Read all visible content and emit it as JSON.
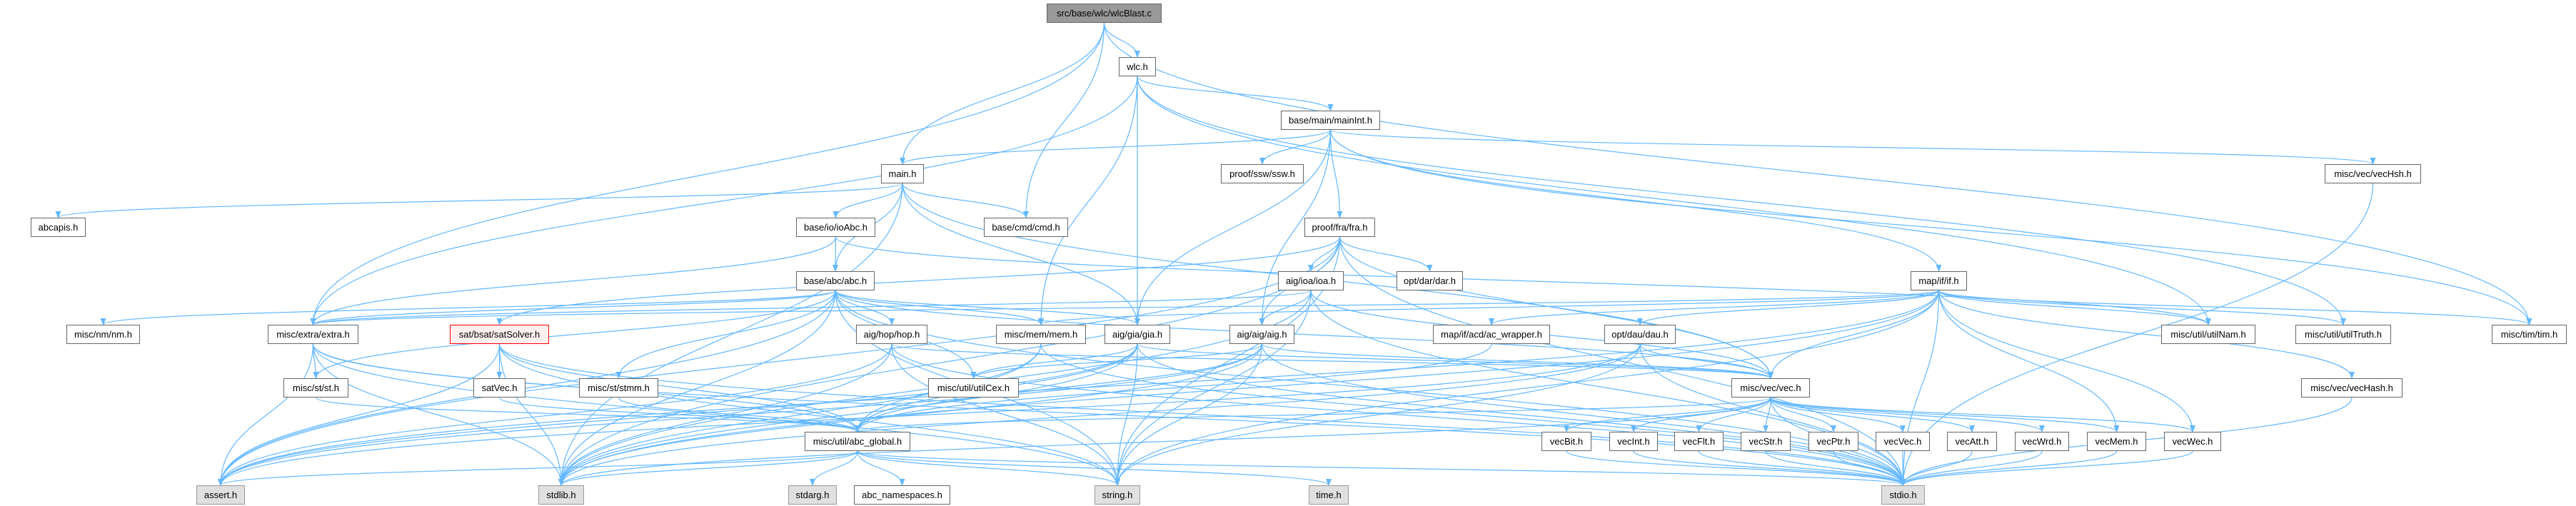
{
  "title": "src/base/wlc/wlcBlast.c",
  "colors": {
    "edge": "#63b8ff",
    "node_border": "#666666",
    "leaf_fill": "#e0e0e0",
    "root_fill": "#999999",
    "incomplete_border": "#ff0000"
  },
  "nodes": {
    "root": {
      "label": "src/base/wlc/wlcBlast.c",
      "kind": "root"
    },
    "wlc": {
      "label": "wlc.h"
    },
    "mainInt": {
      "label": "base/main/mainInt.h"
    },
    "main": {
      "label": "main.h"
    },
    "ssw": {
      "label": "proof/ssw/ssw.h"
    },
    "vecHsh": {
      "label": "misc/vec/vecHsh.h"
    },
    "abcapis": {
      "label": "abcapis.h"
    },
    "ioAbc": {
      "label": "base/io/ioAbc.h"
    },
    "cmd": {
      "label": "base/cmd/cmd.h"
    },
    "fra": {
      "label": "proof/fra/fra.h"
    },
    "abc": {
      "label": "base/abc/abc.h"
    },
    "ioa": {
      "label": "aig/ioa/ioa.h"
    },
    "dar": {
      "label": "opt/dar/dar.h"
    },
    "if": {
      "label": "map/if/if.h"
    },
    "nm": {
      "label": "misc/nm/nm.h"
    },
    "extra": {
      "label": "misc/extra/extra.h"
    },
    "sat": {
      "label": "sat/bsat/satSolver.h",
      "kind": "red"
    },
    "hop": {
      "label": "aig/hop/hop.h"
    },
    "mem": {
      "label": "misc/mem/mem.h"
    },
    "gia": {
      "label": "aig/gia/gia.h"
    },
    "aig": {
      "label": "aig/aig/aig.h"
    },
    "acw": {
      "label": "map/if/acd/ac_wrapper.h"
    },
    "dau": {
      "label": "opt/dau/dau.h"
    },
    "utilNam": {
      "label": "misc/util/utilNam.h"
    },
    "utilTruth": {
      "label": "misc/util/utilTruth.h"
    },
    "tim": {
      "label": "misc/tim/tim.h"
    },
    "st": {
      "label": "misc/st/st.h"
    },
    "satVec": {
      "label": "satVec.h"
    },
    "stmm": {
      "label": "misc/st/stmm.h"
    },
    "utilCex": {
      "label": "misc/util/utilCex.h"
    },
    "vec": {
      "label": "misc/vec/vec.h"
    },
    "vecHash": {
      "label": "misc/vec/vecHash.h"
    },
    "abcg": {
      "label": "misc/util/abc_global.h"
    },
    "vecBit": {
      "label": "vecBit.h"
    },
    "vecInt": {
      "label": "vecInt.h"
    },
    "vecFlt": {
      "label": "vecFlt.h"
    },
    "vecStr": {
      "label": "vecStr.h"
    },
    "vecPtr": {
      "label": "vecPtr.h"
    },
    "vecVec": {
      "label": "vecVec.h"
    },
    "vecAtt": {
      "label": "vecAtt.h"
    },
    "vecWrd": {
      "label": "vecWrd.h"
    },
    "vecMem": {
      "label": "vecMem.h"
    },
    "vecWec": {
      "label": "vecWec.h"
    },
    "assert": {
      "label": "assert.h",
      "kind": "leaf"
    },
    "stdlib": {
      "label": "stdlib.h",
      "kind": "leaf"
    },
    "stdarg": {
      "label": "stdarg.h",
      "kind": "leaf"
    },
    "abcns": {
      "label": "abc_namespaces.h"
    },
    "string": {
      "label": "string.h",
      "kind": "leaf"
    },
    "time": {
      "label": "time.h",
      "kind": "leaf"
    },
    "stdio": {
      "label": "stdio.h",
      "kind": "leaf"
    }
  },
  "edges": [
    [
      "root",
      "wlc"
    ],
    [
      "root",
      "main"
    ],
    [
      "root",
      "cmd"
    ],
    [
      "root",
      "extra"
    ],
    [
      "root",
      "tim"
    ],
    [
      "wlc",
      "mainInt"
    ],
    [
      "wlc",
      "gia"
    ],
    [
      "wlc",
      "mem"
    ],
    [
      "wlc",
      "extra"
    ],
    [
      "wlc",
      "utilNam"
    ],
    [
      "wlc",
      "utilTruth"
    ],
    [
      "mainInt",
      "main"
    ],
    [
      "mainInt",
      "ssw"
    ],
    [
      "mainInt",
      "fra"
    ],
    [
      "mainInt",
      "gia"
    ],
    [
      "mainInt",
      "aig"
    ],
    [
      "mainInt",
      "if"
    ],
    [
      "mainInt",
      "vecHsh"
    ],
    [
      "mainInt",
      "tim"
    ],
    [
      "main",
      "abcapis"
    ],
    [
      "main",
      "ioAbc"
    ],
    [
      "main",
      "cmd"
    ],
    [
      "main",
      "abc"
    ],
    [
      "main",
      "gia"
    ],
    [
      "main",
      "vec"
    ],
    [
      "main",
      "stdlib"
    ],
    [
      "ioAbc",
      "abc"
    ],
    [
      "ioAbc",
      "extra"
    ],
    [
      "ioAbc",
      "utilNam"
    ],
    [
      "fra",
      "ioa"
    ],
    [
      "fra",
      "aig"
    ],
    [
      "fra",
      "dar"
    ],
    [
      "fra",
      "sat"
    ],
    [
      "fra",
      "vec"
    ],
    [
      "fra",
      "string"
    ],
    [
      "fra",
      "stdio"
    ],
    [
      "fra",
      "stdlib"
    ],
    [
      "fra",
      "assert"
    ],
    [
      "abc",
      "nm"
    ],
    [
      "abc",
      "extra"
    ],
    [
      "abc",
      "st"
    ],
    [
      "abc",
      "stmm"
    ],
    [
      "abc",
      "hop"
    ],
    [
      "abc",
      "mem"
    ],
    [
      "abc",
      "gia"
    ],
    [
      "abc",
      "utilCex"
    ],
    [
      "abc",
      "vec"
    ],
    [
      "abc",
      "string"
    ],
    [
      "abc",
      "stdio"
    ],
    [
      "abc",
      "stdlib"
    ],
    [
      "abc",
      "assert"
    ],
    [
      "ioa",
      "aig"
    ],
    [
      "ioa",
      "vec"
    ],
    [
      "ioa",
      "extra"
    ],
    [
      "ioa",
      "string"
    ],
    [
      "ioa",
      "stdio"
    ],
    [
      "ioa",
      "stdlib"
    ],
    [
      "if",
      "vec"
    ],
    [
      "if",
      "mem"
    ],
    [
      "if",
      "extra"
    ],
    [
      "if",
      "acw"
    ],
    [
      "if",
      "dau"
    ],
    [
      "if",
      "utilNam"
    ],
    [
      "if",
      "utilTruth"
    ],
    [
      "if",
      "tim"
    ],
    [
      "if",
      "vecHash"
    ],
    [
      "if",
      "vecMem"
    ],
    [
      "if",
      "vecWec"
    ],
    [
      "if",
      "string"
    ],
    [
      "if",
      "stdio"
    ],
    [
      "if",
      "stdlib"
    ],
    [
      "if",
      "assert"
    ],
    [
      "extra",
      "st"
    ],
    [
      "extra",
      "abcg"
    ],
    [
      "extra",
      "string"
    ],
    [
      "extra",
      "stdio"
    ],
    [
      "extra",
      "stdlib"
    ],
    [
      "extra",
      "assert"
    ],
    [
      "sat",
      "satVec"
    ],
    [
      "sat",
      "abcg"
    ],
    [
      "sat",
      "string"
    ],
    [
      "sat",
      "stdio"
    ],
    [
      "sat",
      "stdlib"
    ],
    [
      "sat",
      "assert"
    ],
    [
      "hop",
      "vec"
    ],
    [
      "hop",
      "string"
    ],
    [
      "hop",
      "stdio"
    ],
    [
      "hop",
      "stdlib"
    ],
    [
      "hop",
      "assert"
    ],
    [
      "mem",
      "abcg"
    ],
    [
      "mem",
      "stdio"
    ],
    [
      "mem",
      "stdlib"
    ],
    [
      "gia",
      "vec"
    ],
    [
      "gia",
      "utilCex"
    ],
    [
      "gia",
      "abcg"
    ],
    [
      "gia",
      "string"
    ],
    [
      "gia",
      "stdio"
    ],
    [
      "gia",
      "stdlib"
    ],
    [
      "gia",
      "assert"
    ],
    [
      "aig",
      "vec"
    ],
    [
      "aig",
      "utilCex"
    ],
    [
      "aig",
      "abcg"
    ],
    [
      "aig",
      "string"
    ],
    [
      "aig",
      "stdio"
    ],
    [
      "aig",
      "stdlib"
    ],
    [
      "aig",
      "assert"
    ],
    [
      "acw",
      "abcg"
    ],
    [
      "dau",
      "vec"
    ],
    [
      "dau",
      "string"
    ],
    [
      "dau",
      "stdio"
    ],
    [
      "dau",
      "stdlib"
    ],
    [
      "dau",
      "assert"
    ],
    [
      "st",
      "abcg"
    ],
    [
      "satVec",
      "abcg"
    ],
    [
      "stmm",
      "abcg"
    ],
    [
      "vec",
      "vecBit"
    ],
    [
      "vec",
      "vecInt"
    ],
    [
      "vec",
      "vecFlt"
    ],
    [
      "vec",
      "vecStr"
    ],
    [
      "vec",
      "vecPtr"
    ],
    [
      "vec",
      "vecVec"
    ],
    [
      "vec",
      "vecAtt"
    ],
    [
      "vec",
      "vecWrd"
    ],
    [
      "vec",
      "vecMem"
    ],
    [
      "vec",
      "vecWec"
    ],
    [
      "vec",
      "abcg"
    ],
    [
      "vec",
      "stdio"
    ],
    [
      "vec",
      "stdlib"
    ],
    [
      "vecBit",
      "stdio"
    ],
    [
      "vecInt",
      "stdio"
    ],
    [
      "vecFlt",
      "stdio"
    ],
    [
      "vecStr",
      "stdio"
    ],
    [
      "vecPtr",
      "stdio"
    ],
    [
      "vecVec",
      "stdio"
    ],
    [
      "vecAtt",
      "stdio"
    ],
    [
      "vecWrd",
      "stdio"
    ],
    [
      "vecMem",
      "stdio"
    ],
    [
      "vecWec",
      "stdio"
    ],
    [
      "vecHsh",
      "stdio"
    ],
    [
      "vecHash",
      "stdio"
    ],
    [
      "abcg",
      "stdarg"
    ],
    [
      "abcg",
      "abcns"
    ],
    [
      "abcg",
      "string"
    ],
    [
      "abcg",
      "time"
    ],
    [
      "abcg",
      "assert"
    ],
    [
      "abcg",
      "stdlib"
    ],
    [
      "abcg",
      "stdio"
    ]
  ]
}
